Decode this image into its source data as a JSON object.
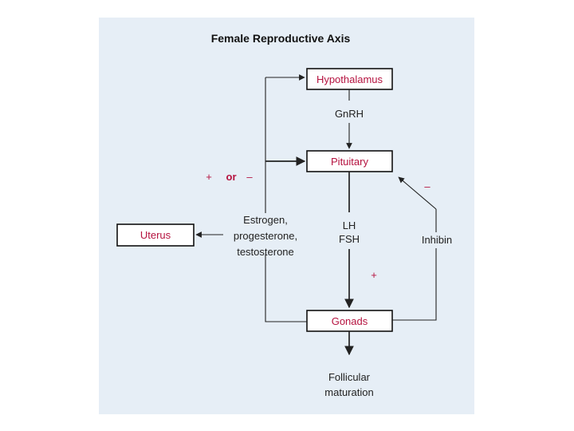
{
  "title": "Female Reproductive Axis",
  "nodes": {
    "hypothalamus": "Hypothalamus",
    "pituitary": "Pituitary",
    "gonads": "Gonads",
    "uterus": "Uterus"
  },
  "edges": {
    "gnrh": "GnRH",
    "lh": "LH",
    "fsh": "FSH",
    "inhibin": "Inhibin",
    "steroids_line1": "Estrogen,",
    "steroids_line2": "progesterone,",
    "steroids_line3": "testosterone",
    "outcome_line1": "Follicular",
    "outcome_line2": "maturation"
  },
  "signs": {
    "feedback_plus": "+",
    "feedback_or": "or",
    "feedback_minus": "–",
    "inhibin_minus": "–",
    "lh_fsh_plus": "+"
  },
  "colors": {
    "background": "#e6eef6",
    "label_red": "#b5123f",
    "line": "#222222"
  }
}
